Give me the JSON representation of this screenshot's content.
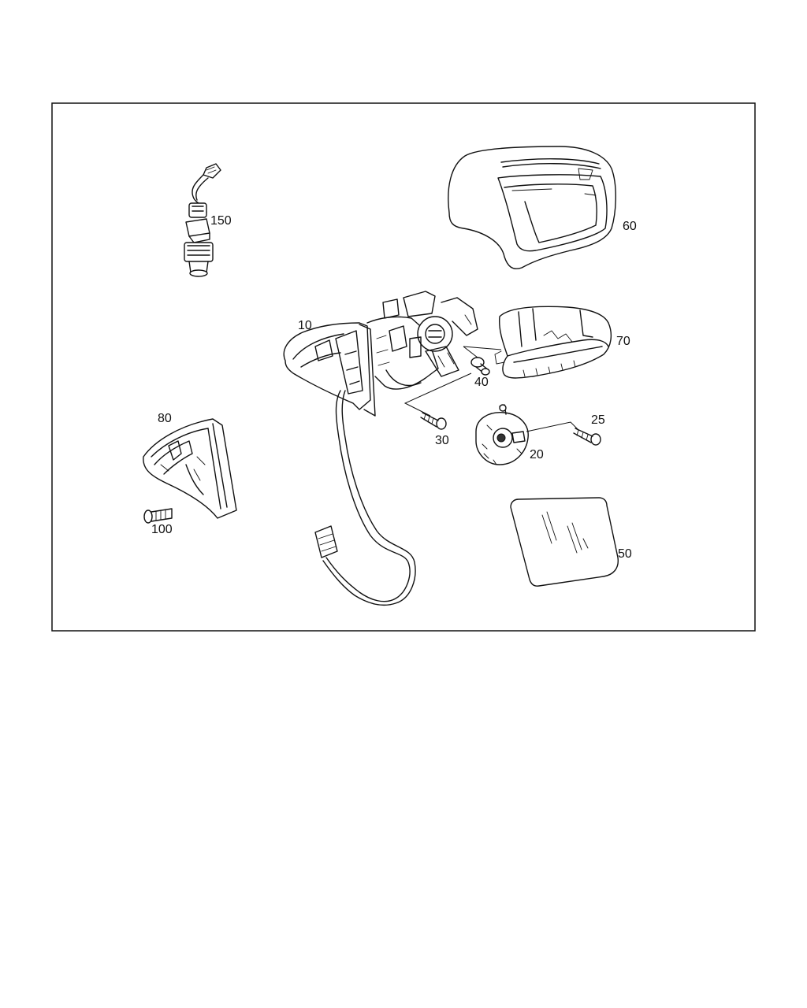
{
  "parts": [
    {
      "id": "p10",
      "label": "10"
    },
    {
      "id": "p20",
      "label": "20"
    },
    {
      "id": "p25",
      "label": "25"
    },
    {
      "id": "p30",
      "label": "30"
    },
    {
      "id": "p40",
      "label": "40"
    },
    {
      "id": "p50",
      "label": "50"
    },
    {
      "id": "p60",
      "label": "60"
    },
    {
      "id": "p70",
      "label": "70"
    },
    {
      "id": "p80",
      "label": "80"
    },
    {
      "id": "p100",
      "label": "100"
    },
    {
      "id": "p150",
      "label": "150"
    }
  ]
}
